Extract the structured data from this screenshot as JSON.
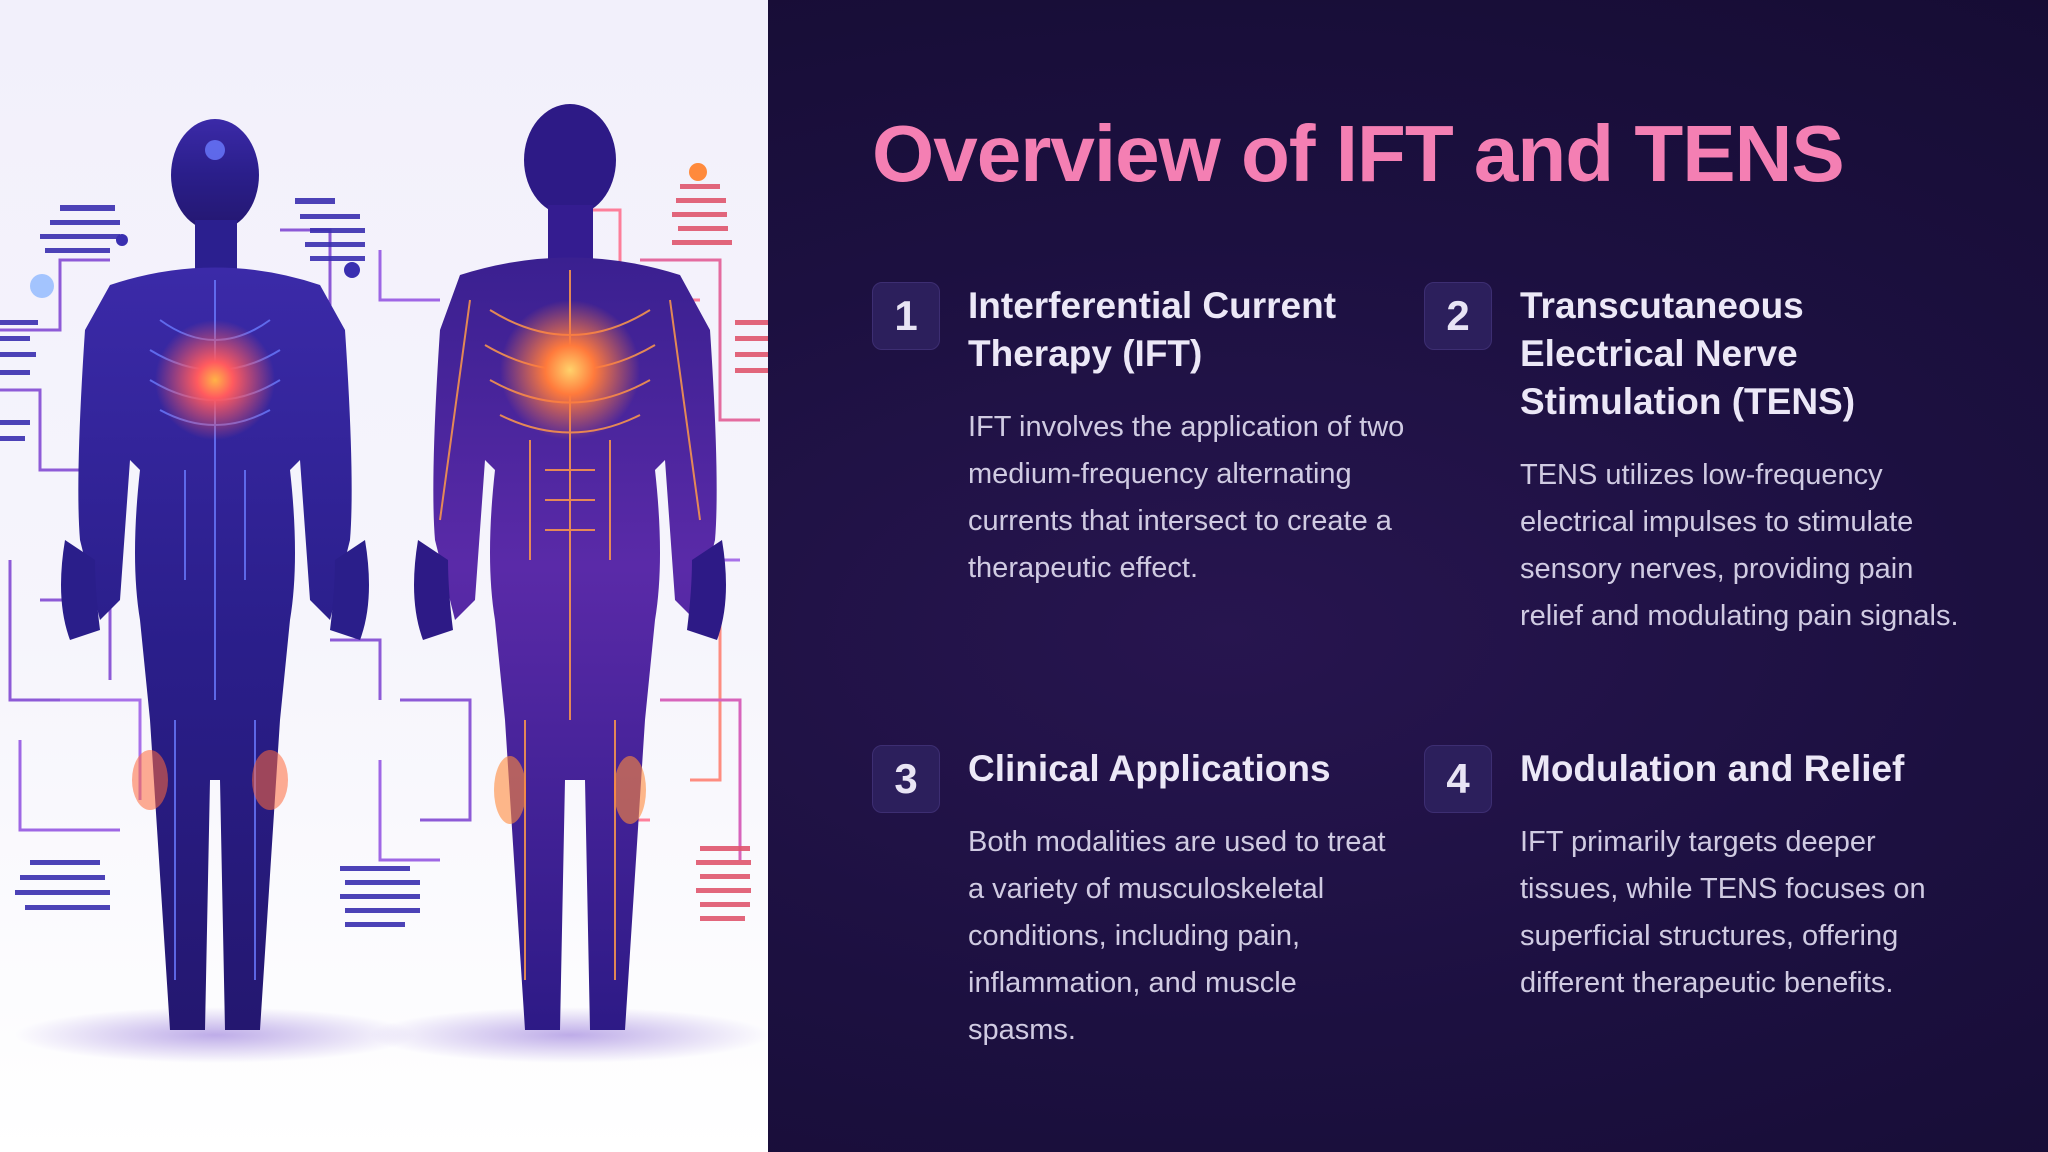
{
  "title": "Overview of IFT and TENS",
  "colors": {
    "accent": "#f47fb3",
    "background": "#1c1040",
    "badge": "#2c1f5c",
    "heading": "#ece8f7",
    "body": "#d0cbe2"
  },
  "illustration": {
    "icon": "human-body-anatomy-illustration"
  },
  "cards": [
    {
      "number": "1",
      "title": "Interferential Current Therapy (IFT)",
      "text": "IFT involves the application of two medium-frequency alternating currents that intersect to create a therapeutic effect."
    },
    {
      "number": "2",
      "title": "Transcutaneous Electrical Nerve Stimulation (TENS)",
      "text": "TENS utilizes low-frequency electrical impulses to stimulate sensory nerves, providing pain relief and modulating pain signals."
    },
    {
      "number": "3",
      "title": "Clinical Applications",
      "text": "Both modalities are used to treat a variety of musculoskeletal conditions, including pain, inflammation, and muscle spasms."
    },
    {
      "number": "4",
      "title": "Modulation and Relief",
      "text": "IFT primarily targets deeper tissues, while TENS focuses on superficial structures, offering different therapeutic benefits."
    }
  ]
}
